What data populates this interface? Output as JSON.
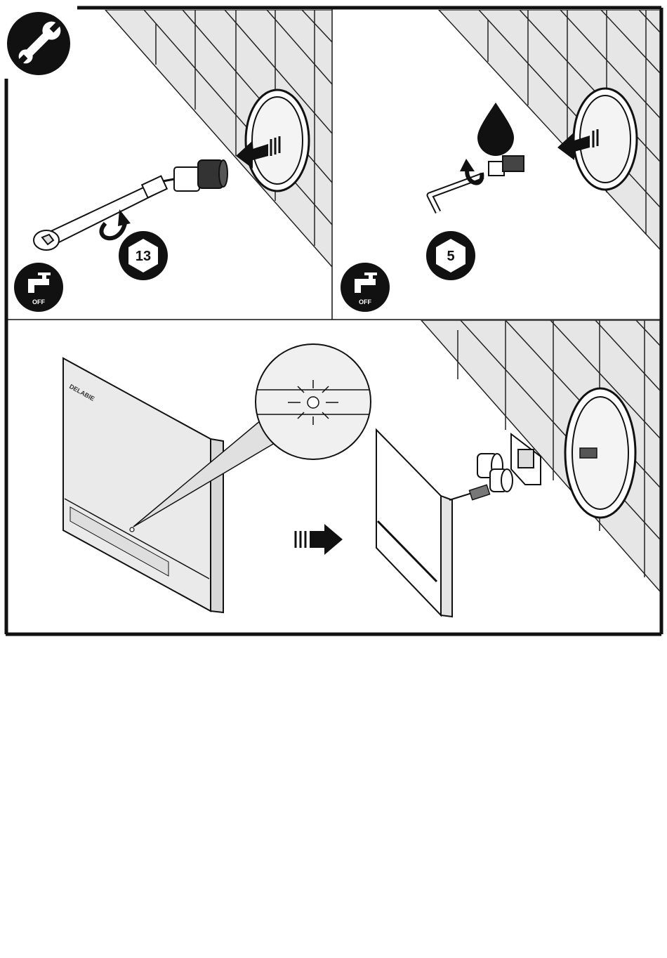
{
  "panels": [
    {
      "id": "step-remove-valve",
      "hex_size_label": "13",
      "water_status_label": "OFF"
    },
    {
      "id": "step-remove-filter",
      "hex_size_label": "5",
      "water_status_label": "OFF"
    },
    {
      "id": "step-mount-cover",
      "brand_label": "DELABIE"
    }
  ],
  "icons": {
    "tool": "wrench-icon",
    "water": "water-drop-icon",
    "tap": "tap-icon"
  },
  "colors": {
    "line": "#111111",
    "tile": "#e6e6e6",
    "panel_face": "#eeeeee",
    "bg": "#ffffff"
  }
}
